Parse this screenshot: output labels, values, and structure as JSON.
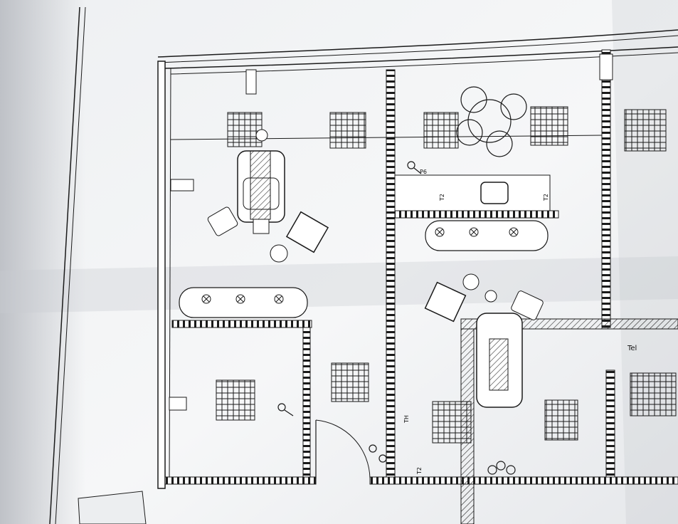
{
  "photo": {
    "subject": "floor-plan-print",
    "colors": {
      "paper": "#f4f5f6",
      "paper_shadow": "#c9ccd1",
      "ink": "#1a1a1a",
      "hatch": "#2b2b2b"
    }
  },
  "plan": {
    "labels": {
      "tel": "Tel",
      "p6": "P6",
      "t2a": "T2",
      "t2b": "T2",
      "t2c": "T2",
      "th": "TH"
    }
  }
}
